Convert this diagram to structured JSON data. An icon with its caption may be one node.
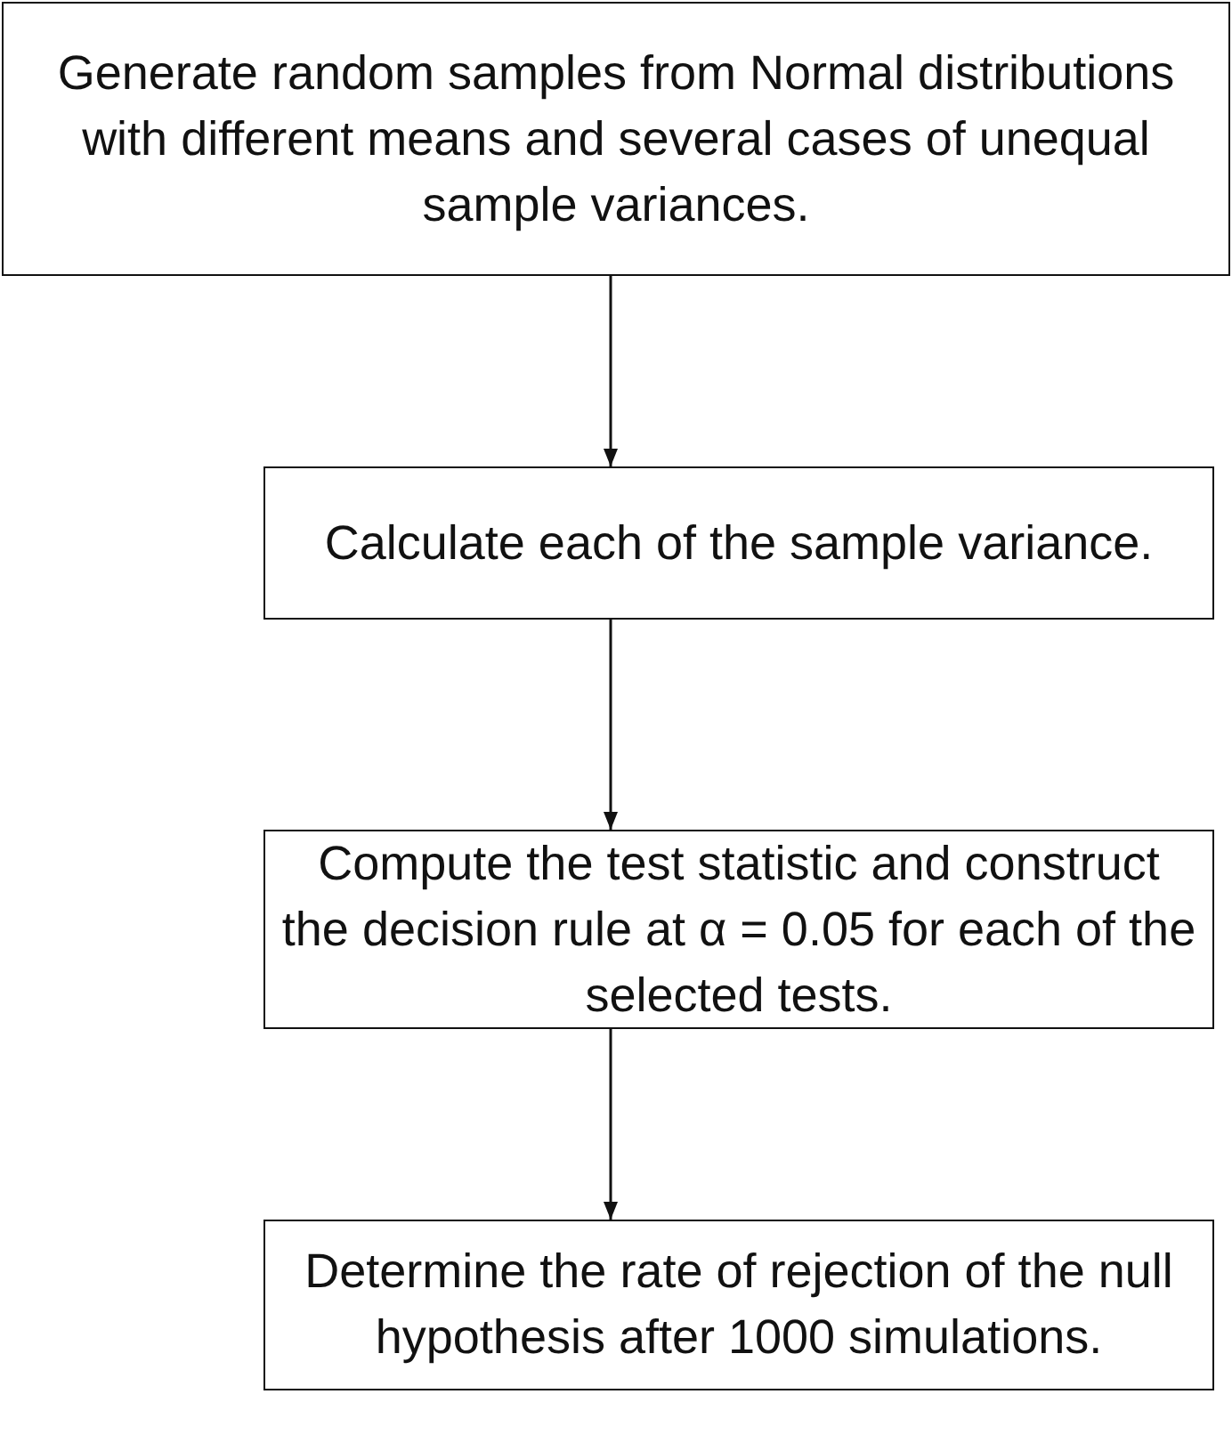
{
  "diagram": {
    "nodes": [
      {
        "text": [
          "Generate random samples from Normal distributions with different means and several cases of unequal sample variances."
        ]
      },
      {
        "text": [
          "Calculate each of the sample variance."
        ]
      },
      {
        "text": [
          "Compute the test statistic and construct the decision rule at α = 0.05 for each of the selected tests."
        ]
      },
      {
        "text": [
          "Determine the rate of rejection of the null hypothesis after 1000 simulations."
        ]
      }
    ],
    "edges": [
      {
        "from": 0,
        "to": 1,
        "arrow": "to"
      },
      {
        "from": 1,
        "to": 2,
        "arrow": "to"
      },
      {
        "from": 2,
        "to": 3,
        "arrow": "to"
      }
    ]
  }
}
